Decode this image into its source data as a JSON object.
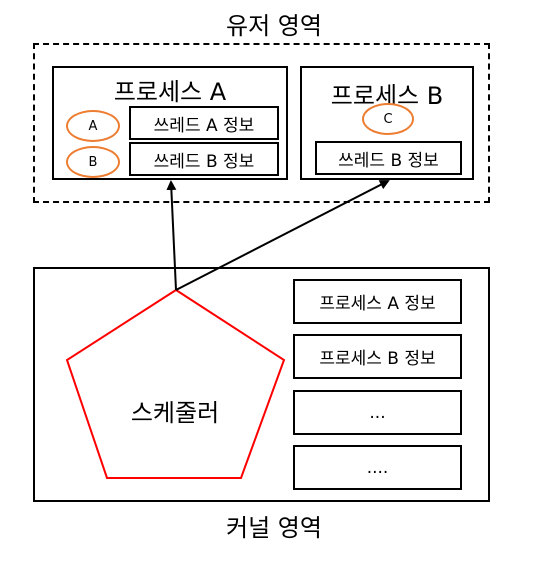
{
  "user_area": {
    "title": "유저 영역",
    "process_a": {
      "title": "프로세스 A",
      "threads": [
        {
          "badge": "A",
          "label": "쓰레드 A 정보"
        },
        {
          "badge": "B",
          "label": "쓰레드 B 정보"
        }
      ]
    },
    "process_b": {
      "title": "프로세스 B",
      "threads": [
        {
          "badge": "C",
          "label": "쓰레드 B 정보"
        }
      ]
    }
  },
  "kernel_area": {
    "title": "커널 영역",
    "scheduler_label": "스케줄러",
    "entries": [
      "프로세스 A 정보",
      "프로세스 B 정보",
      "...",
      "...."
    ]
  },
  "colors": {
    "scheduler_stroke": "#FF0000",
    "thread_badge_stroke": "#ED7D31"
  }
}
